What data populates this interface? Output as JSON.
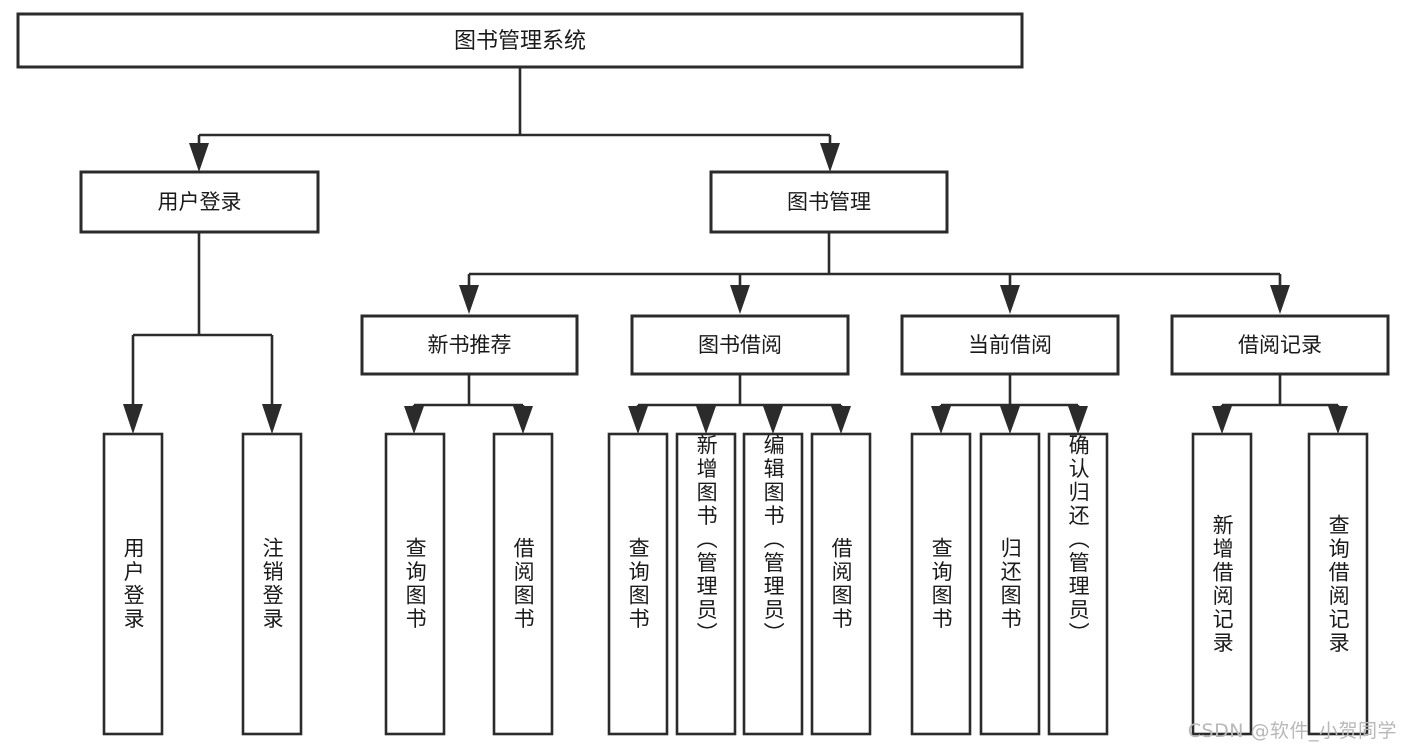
{
  "diagram": {
    "type": "tree-hierarchy",
    "title": "图书管理系统",
    "background_color": "#ffffff",
    "line_color": "#2b2b2b",
    "text_color": "#1a1a1a",
    "root": {
      "label": "图书管理系统"
    },
    "level2": [
      {
        "label": "用户登录"
      },
      {
        "label": "图书管理"
      }
    ],
    "level3": [
      {
        "label": "新书推荐"
      },
      {
        "label": "图书借阅"
      },
      {
        "label": "当前借阅"
      },
      {
        "label": "借阅记录"
      }
    ],
    "leaves": {
      "user_login": [
        {
          "label": "用户登录"
        },
        {
          "label": "注销登录"
        }
      ],
      "new_book_recommend": [
        {
          "label": "查询图书"
        },
        {
          "label": "借阅图书"
        }
      ],
      "book_borrow": [
        {
          "label": "查询图书"
        },
        {
          "label": "新增图书（管理员）"
        },
        {
          "label": "编辑图书（管理员）"
        },
        {
          "label": "借阅图书"
        }
      ],
      "current_borrow": [
        {
          "label": "查询图书"
        },
        {
          "label": "归还图书"
        },
        {
          "label": "确认归还（管理员）"
        }
      ],
      "borrow_record": [
        {
          "label": "新增借阅记录"
        },
        {
          "label": "查询借阅记录"
        }
      ]
    }
  },
  "watermark": {
    "text": "CSDN @软件_小贺同学"
  }
}
